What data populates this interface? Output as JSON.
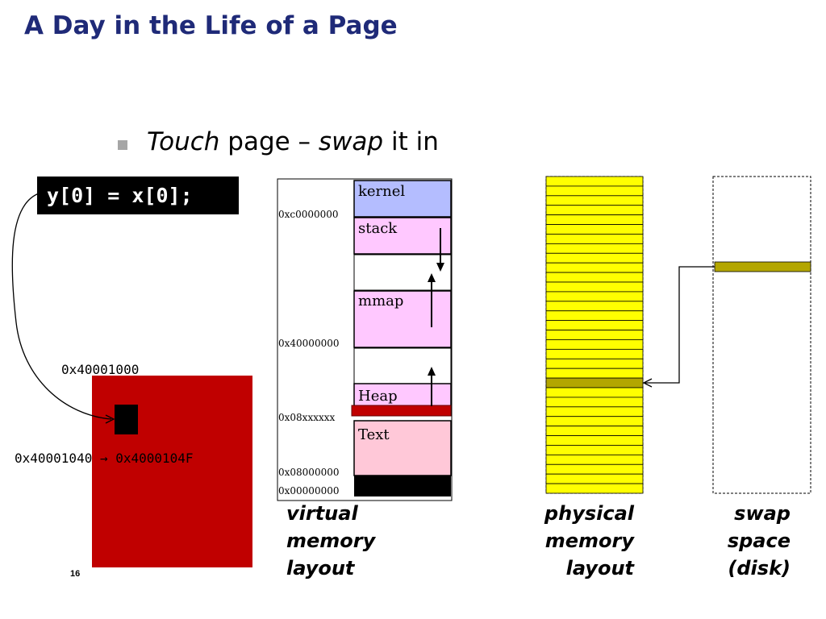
{
  "slide": {
    "title": "A Day in the Life of a Page",
    "bullet": {
      "word1": "Touch",
      "word2": " page – ",
      "word3": "swap",
      "word4": " it in"
    },
    "code": "y[0] = x[0];",
    "page_number": "16"
  },
  "addresses": {
    "page_start": "0x40001000",
    "range": "0x40001040 → 0x4000104F"
  },
  "virtual_memory": {
    "regions": [
      "kernel",
      "stack",
      "mmap",
      "Heap",
      "Text"
    ],
    "address_labels": [
      "0xc0000000",
      "0x40000000",
      "0x08xxxxxx",
      "0x08000000",
      "0x00000000"
    ]
  },
  "captions": {
    "virtual": [
      "virtual",
      "memory",
      "layout"
    ],
    "physical": [
      "physical",
      "memory",
      "layout"
    ],
    "swap": [
      "swap",
      "space",
      "(disk)"
    ]
  },
  "colors": {
    "title": "#1f2a78",
    "page": "#c00000",
    "physical_frame": "#ffff00",
    "swapped_page": "#b3a600",
    "kernel": "#b4bdff",
    "stack_mmap_heap": "#ffc8ff",
    "text": "#ffc8d8"
  }
}
